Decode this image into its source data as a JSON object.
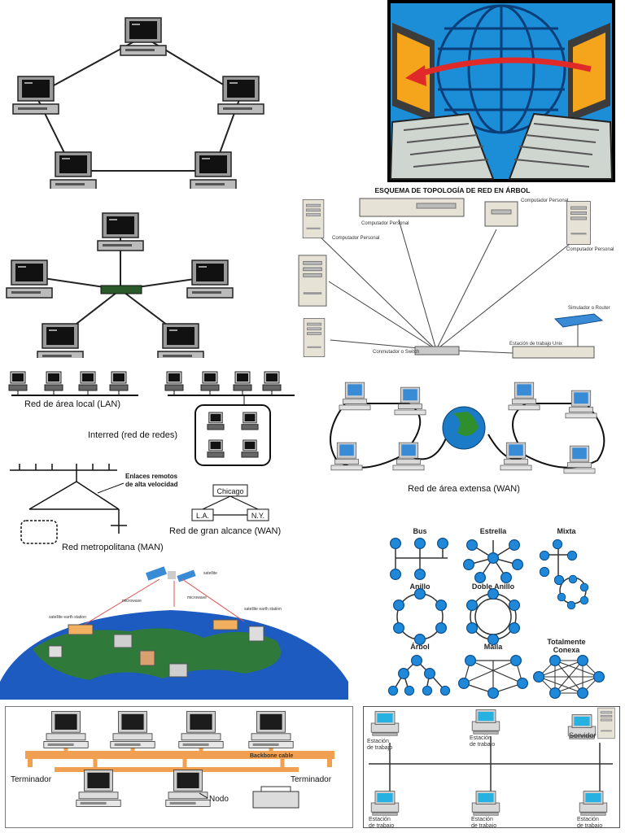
{
  "tree": {
    "title": "ESQUEMA DE TOPOLOGÍA DE RED EN ÁRBOL",
    "pc_personal_top": "Computador Personal",
    "pc_personal_right1": "Computador Personal",
    "pc_personal_right2": "Computador Personal",
    "pc_personal_left": "Computador Personal",
    "switch": "Conmutador o Switch",
    "simulador": "Simulador o Router",
    "workstation": "Estación de trabajo Unix"
  },
  "netclasses": {
    "lan": "Red de área local (LAN)",
    "interred": "Interred (red de redes)",
    "enlaces": "Enlaces remotos de alta velocidad",
    "chicago": "Chicago",
    "la": "L.A.",
    "ny": "N.Y.",
    "wan_big": "Red de gran alcance (WAN)",
    "man": "Red metropolitana (MAN)"
  },
  "wan": {
    "label": "Red de área extensa (WAN)"
  },
  "topologies": {
    "bus": "Bus",
    "estrella": "Estrella",
    "mixta": "Mixta",
    "anillo": "Anillo",
    "doble_anillo": "Doble Anillo",
    "arbol": "Árbol",
    "malla": "Malla",
    "totalmente": "Totalmente Conexa"
  },
  "satellite": {
    "satellite_label": "satellite",
    "microwave1": "microwave",
    "microwave2": "microwave",
    "earth_station_left": "satellite earth station",
    "earth_station_right": "satellite earth station"
  },
  "bus_net": {
    "backbone": "Backbone cable",
    "terminador_left": "Terminador",
    "terminador_right": "Terminador",
    "nodo": "Nodo"
  },
  "server_net": {
    "est1": "Estación de trabajo",
    "est2": "Estación de trabajo",
    "servidor": "Servidor",
    "est3": "Estación de trabajo",
    "est4": "Estación de trabajo",
    "est5": "Estación de trabajo"
  },
  "colors": {
    "node_blue": "#1f88d8",
    "bus_orange": "#f0a050",
    "ocean_blue": "#1d5bc0",
    "land_green": "#2f7a3a"
  }
}
